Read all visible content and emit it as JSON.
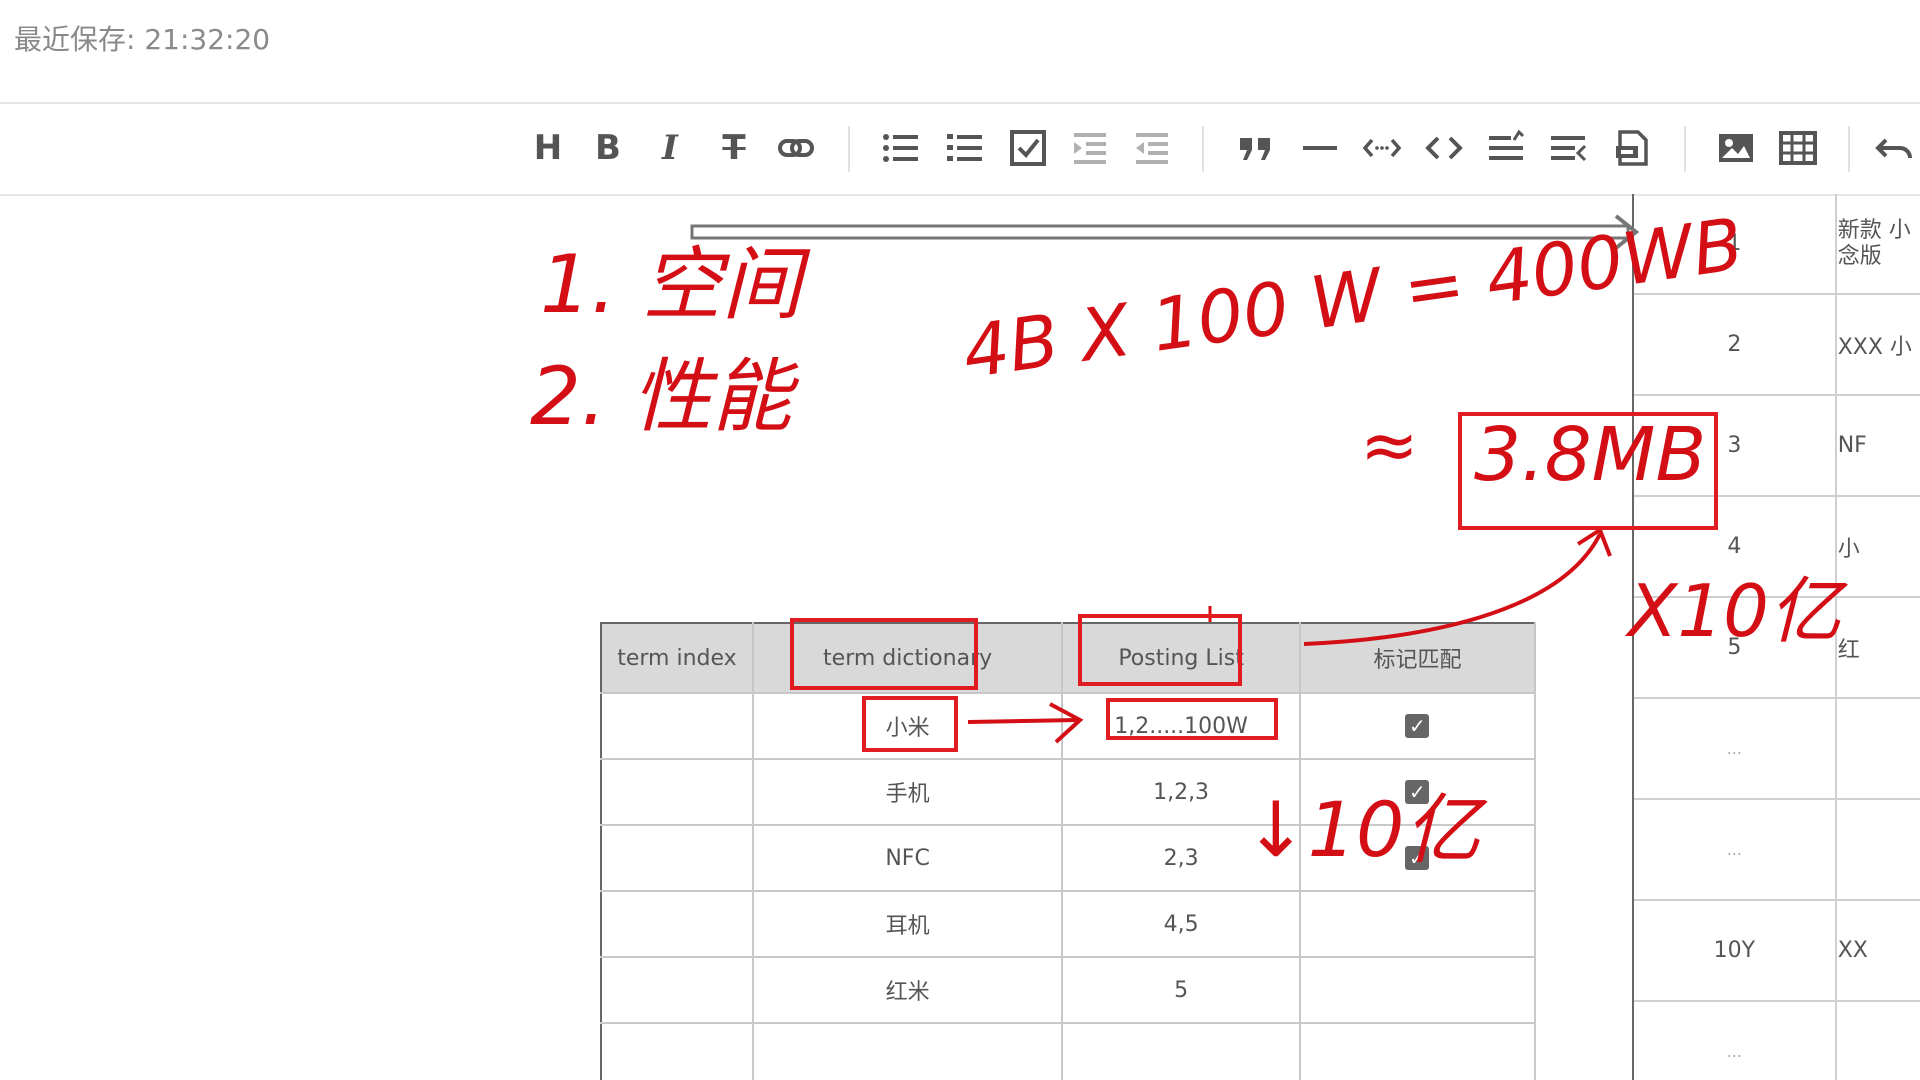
{
  "status": {
    "last_saved": "最近保存: 21:32:20"
  },
  "toolbar": {
    "icons": [
      "heading-icon",
      "bold-icon",
      "italic-icon",
      "strikethrough-icon",
      "link-icon",
      "bullet-list-icon",
      "numbered-list-icon",
      "checkbox-icon",
      "indent-icon",
      "outdent-icon",
      "quote-icon",
      "horizontal-rule-icon",
      "inline-code-icon",
      "code-block-icon",
      "align-left-icon",
      "align-right-icon",
      "embed-icon",
      "image-icon",
      "table-icon",
      "undo-icon"
    ],
    "heading_glyph": "H",
    "bold_glyph": "B",
    "italic_glyph": "I",
    "strike_glyph": "T"
  },
  "table": {
    "headers": [
      "term index",
      "term dictionary",
      "Posting List",
      "标记匹配"
    ],
    "rows": [
      {
        "term": "小米",
        "posting": "1,2.....100W",
        "checked": true
      },
      {
        "term": "手机",
        "posting": "1,2,3",
        "checked": true
      },
      {
        "term": "NFC",
        "posting": "2,3",
        "checked": true
      },
      {
        "term": "耳机",
        "posting": "4,5",
        "checked": false
      },
      {
        "term": "红米",
        "posting": "5",
        "checked": false
      },
      {
        "term": "",
        "posting": "",
        "checked": false
      }
    ],
    "checkmark": "✓"
  },
  "right_table": {
    "rows": [
      {
        "id": "1",
        "text": "新款 小\n念版"
      },
      {
        "id": "2",
        "text": "XXX 小"
      },
      {
        "id": "3",
        "text": "NF"
      },
      {
        "id": "4",
        "text": "小"
      },
      {
        "id": "5",
        "text": "红"
      },
      {
        "id": "...",
        "text": ""
      },
      {
        "id": "...",
        "text": ""
      },
      {
        "id": "10Y",
        "text": "XX"
      },
      {
        "id": "...",
        "text": ""
      }
    ]
  },
  "annotations": {
    "line1": "1. 空间",
    "line2": "2. 性能",
    "formula": "4B X 100 W = 400WB",
    "approx": "≈",
    "result": "3.8MB",
    "multiplier": "X10亿",
    "down_note": "↓10亿",
    "ink_color": "#d30f15"
  }
}
